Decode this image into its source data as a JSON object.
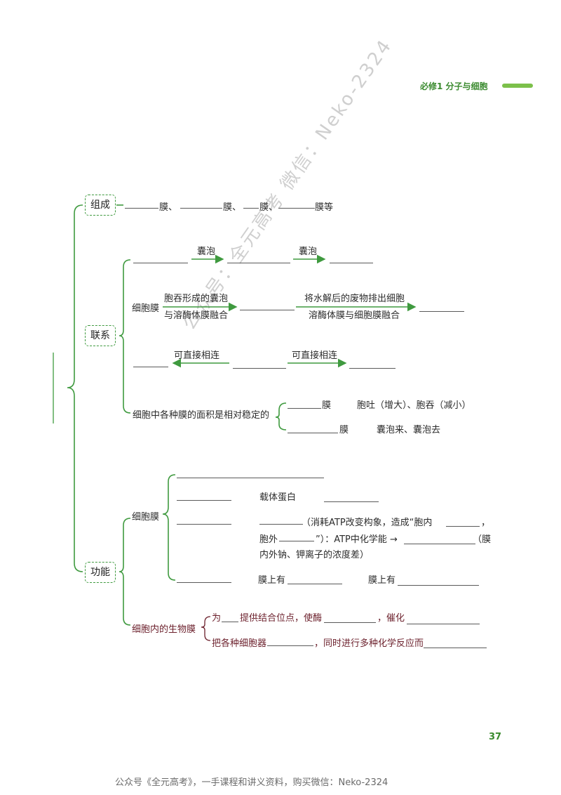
{
  "header": {
    "text": "必修1  分子与细胞"
  },
  "watermark": "公众号：全元高考  微信：Neko-2324",
  "nodes": {
    "composition": "组成",
    "connection": "联系",
    "function": "功能"
  },
  "composition_line": {
    "m1": "膜、",
    "m2": "膜、",
    "m3": "膜、",
    "m4": "膜等"
  },
  "connection": {
    "vesicle1": "囊泡",
    "vesicle2": "囊泡",
    "cell_membrane": "细胞膜",
    "phago_line1": "胞吞形成的囊泡",
    "phago_line2": "与溶酶体膜融合",
    "excrete_line1": "将水解后的废物排出细胞",
    "excrete_line2": "溶酶体膜与细胞膜融合",
    "direct1": "可直接相连",
    "direct2": "可直接相连",
    "area_stable": "细胞中各种膜的面积是相对稳定的",
    "mem_a": "膜",
    "mem_a_desc": "胞吐（增大）、胞吞（减小）",
    "mem_b": "膜",
    "mem_b_desc": "囊泡来、囊泡去"
  },
  "function": {
    "cell_membrane": "细胞膜",
    "carrier": "载体蛋白",
    "atp_line1a": "（消耗ATP改变构象，造成“胞内",
    "atp_line1b": "，",
    "atp_line2a": "胞外",
    "atp_line2b": "”）：ATP中化学能 →",
    "atp_line2c": "（膜",
    "atp_line3": "内外钠、钾离子的浓度差）",
    "mem_has1": "膜上有",
    "mem_has2": "膜上有",
    "biomembrane": "细胞内的生物膜",
    "bio1_a": "为",
    "bio1_b": "提供结合位点，使酶",
    "bio1_c": "，催化",
    "bio2_a": "把各种细胞器",
    "bio2_b": "，同时进行多种化学反应而"
  },
  "page_number": "37",
  "footer": "公众号《全元高考》，一手课程和讲义资料，购买微信：Neko-2324"
}
